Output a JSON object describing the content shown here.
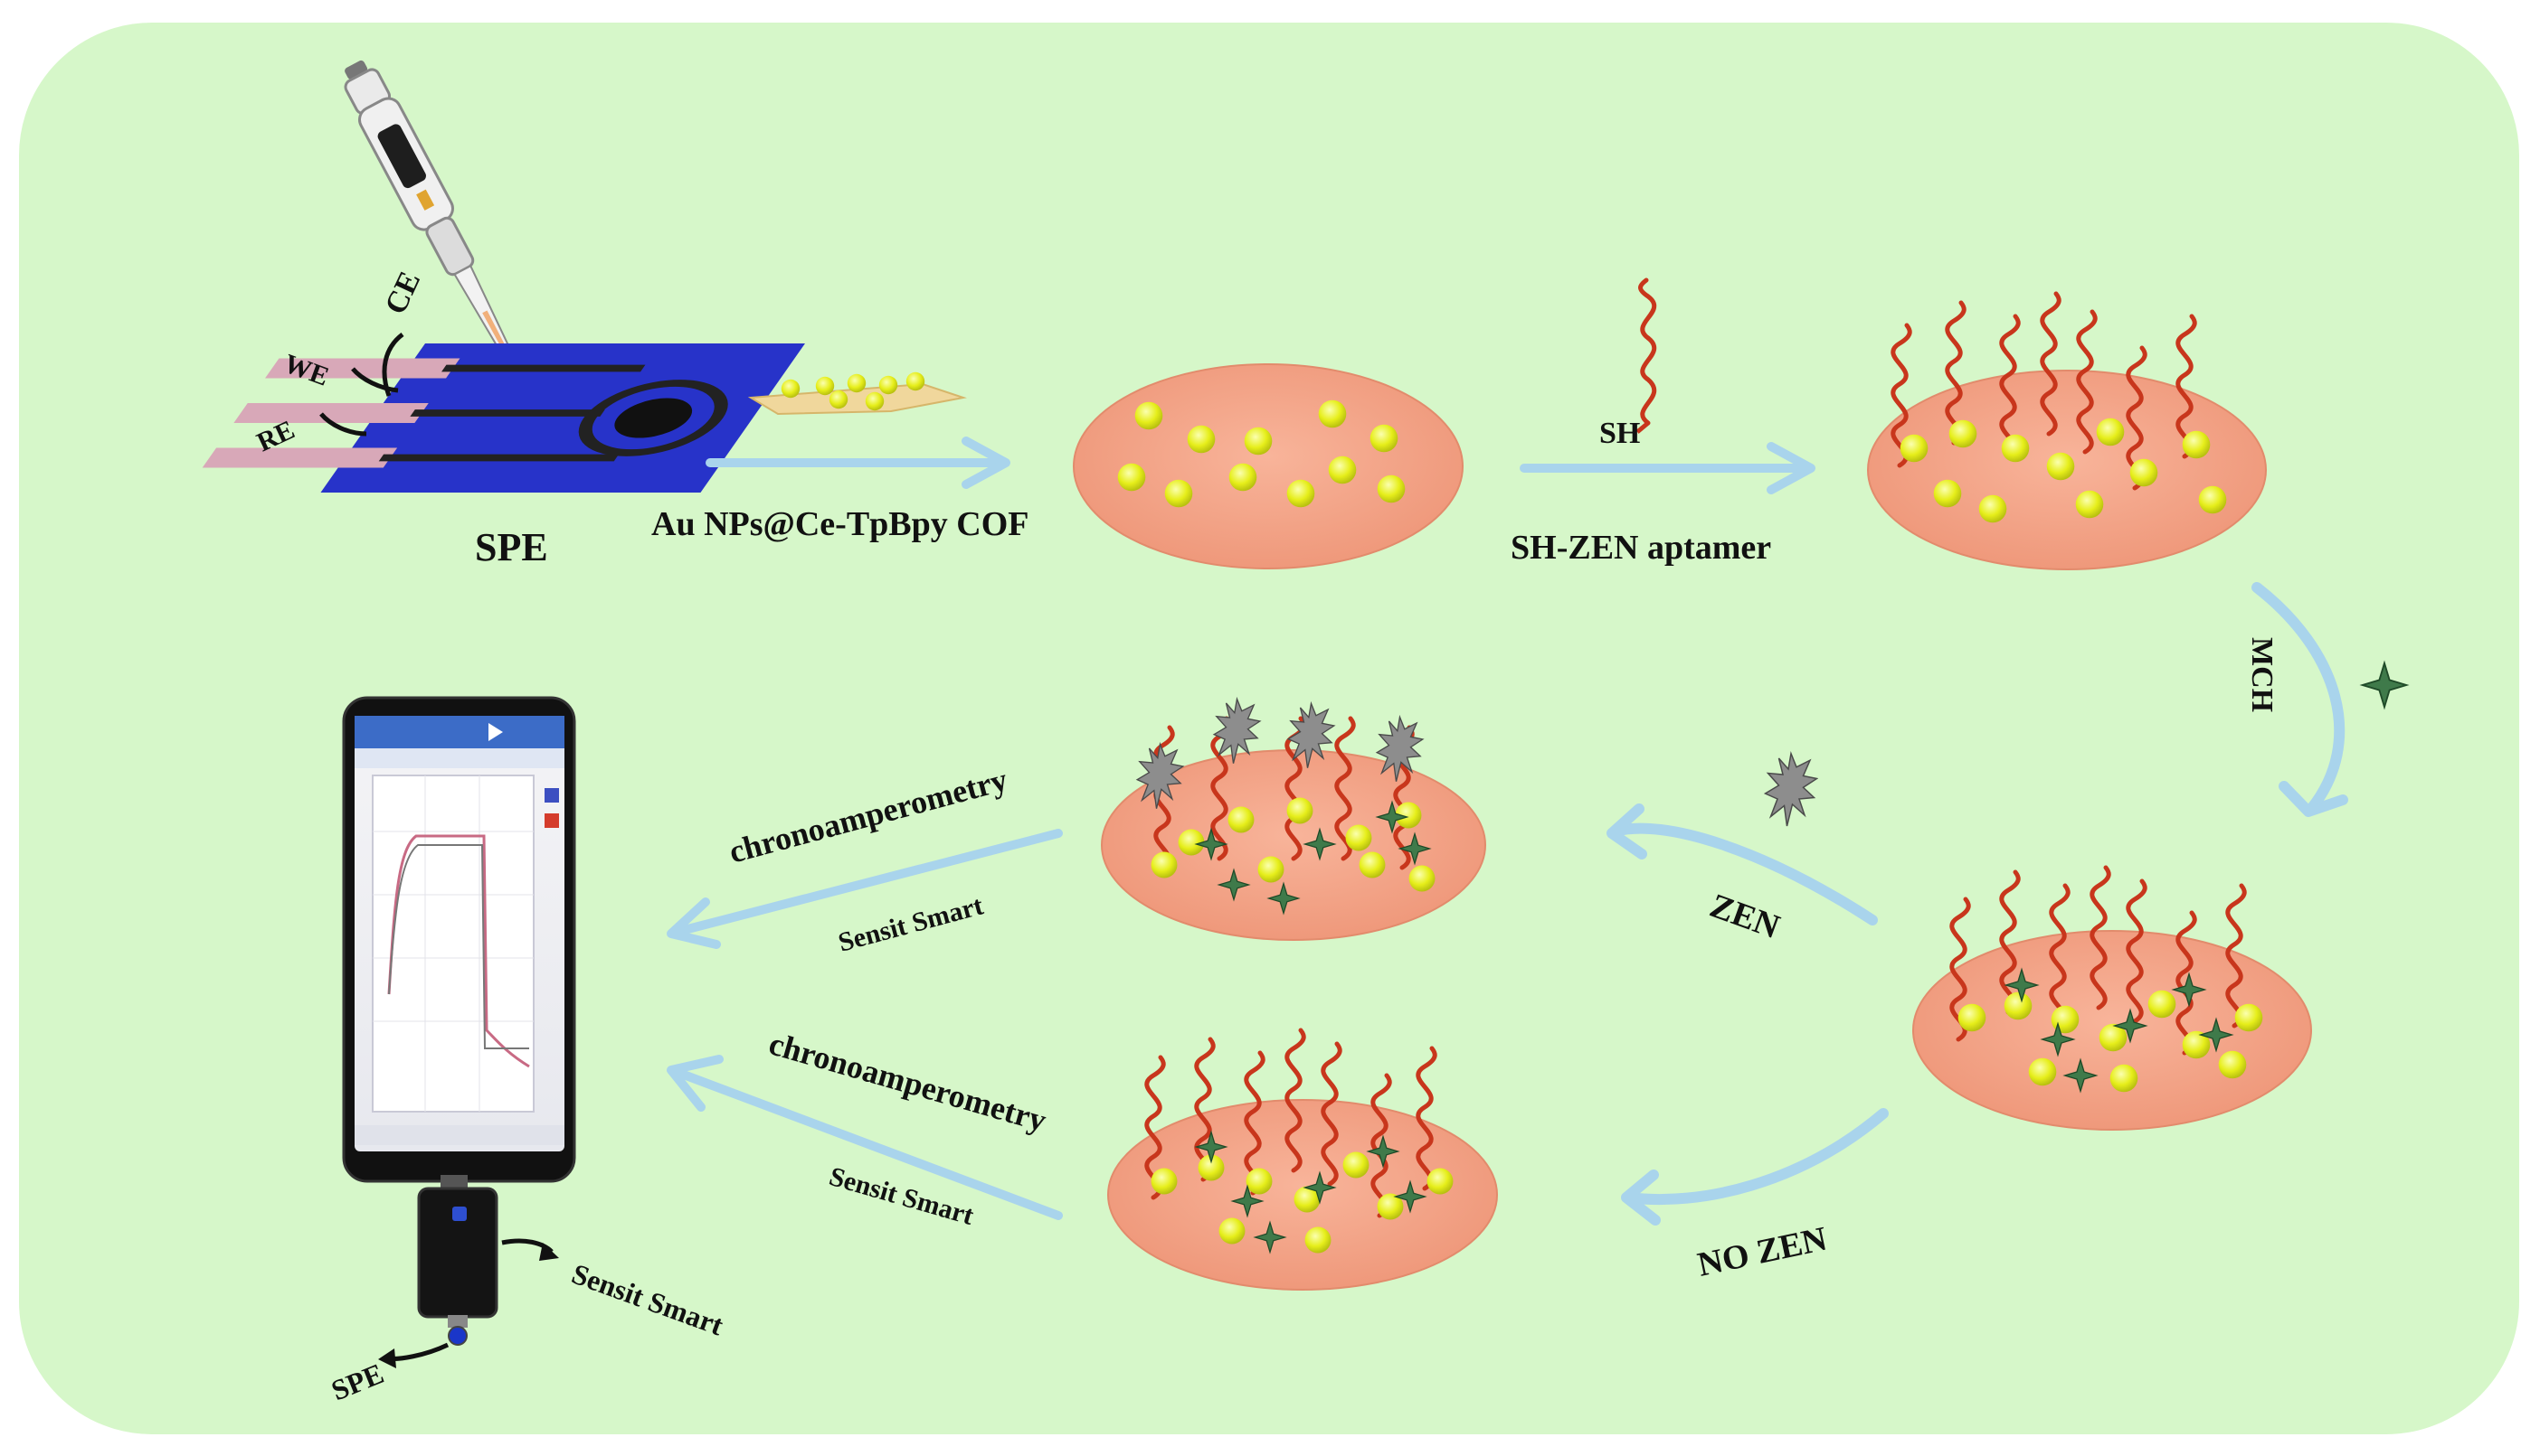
{
  "labels": {
    "spe": "SPE",
    "we": "WE",
    "ce": "CE",
    "re": "RE",
    "au_nps": "Au NPs@Ce-TpBpy COF",
    "sh": "SH",
    "sh_zen_aptamer": "SH-ZEN aptamer",
    "mch": "MCH",
    "zen": "ZEN",
    "no_zen": "NO ZEN",
    "chrono_top": "chronoamperometry",
    "sensit_top": "Sensit Smart",
    "chrono_bottom": "chronoamperometry",
    "sensit_bottom": "Sensit Smart",
    "sensit_device": "Sensit Smart",
    "spe_device": "SPE"
  },
  "colors": {
    "panel_bg": "#d6f7c9",
    "electrode_disc": "#f4a58a",
    "nanoparticle": "#eaf21d",
    "aptamer": "#c8361c",
    "arrow": "#a9d4ec",
    "spe_board": "#2733c9",
    "mch_star": "#3f7a4a",
    "zen_molecule": "#8a8a8a"
  }
}
